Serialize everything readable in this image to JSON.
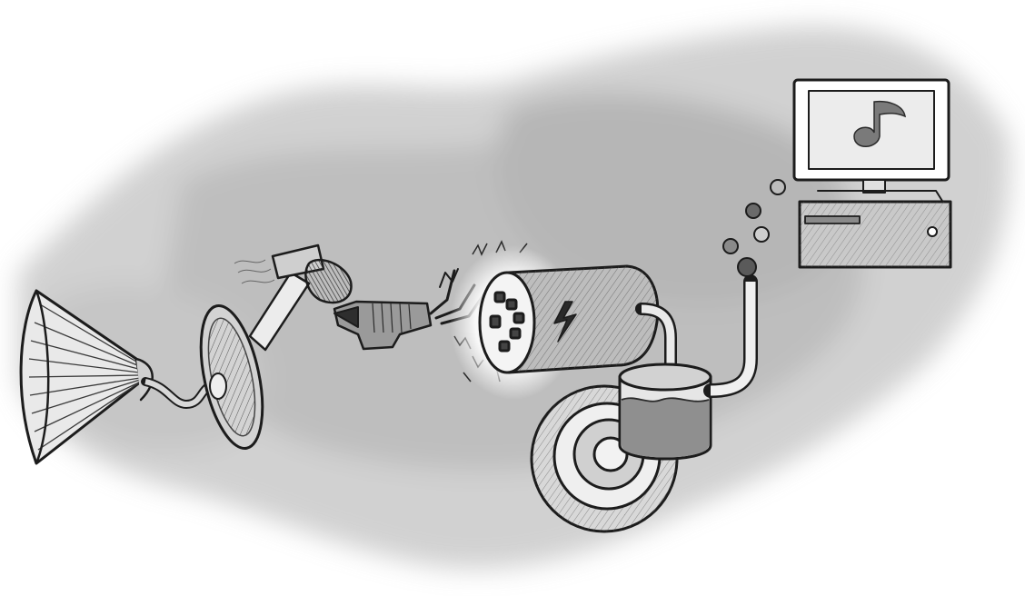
{
  "illustration": {
    "style": "pencil sketch on grey watercolor wash",
    "background_color": "#ffffff",
    "wash_color": "#b8b8b8",
    "ink_color": "#1c1c1c",
    "stages": [
      {
        "id": "horn",
        "icon": "gramophone-horn-icon"
      },
      {
        "id": "eardrum",
        "icon": "eardrum-membrane-icon"
      },
      {
        "id": "hammer",
        "icon": "hammer-icon"
      },
      {
        "id": "anvil",
        "icon": "anvil-icon"
      },
      {
        "id": "stirrup",
        "icon": "stirrup-icon"
      },
      {
        "id": "converter",
        "icon": "electric-drum-icon"
      },
      {
        "id": "cochlea",
        "icon": "spiral-cochlea-icon"
      },
      {
        "id": "fluid-tank",
        "icon": "fluid-tank-icon"
      },
      {
        "id": "signal",
        "icon": "signal-bubbles-icon"
      },
      {
        "id": "computer",
        "icon": "computer-music-icon"
      }
    ]
  }
}
